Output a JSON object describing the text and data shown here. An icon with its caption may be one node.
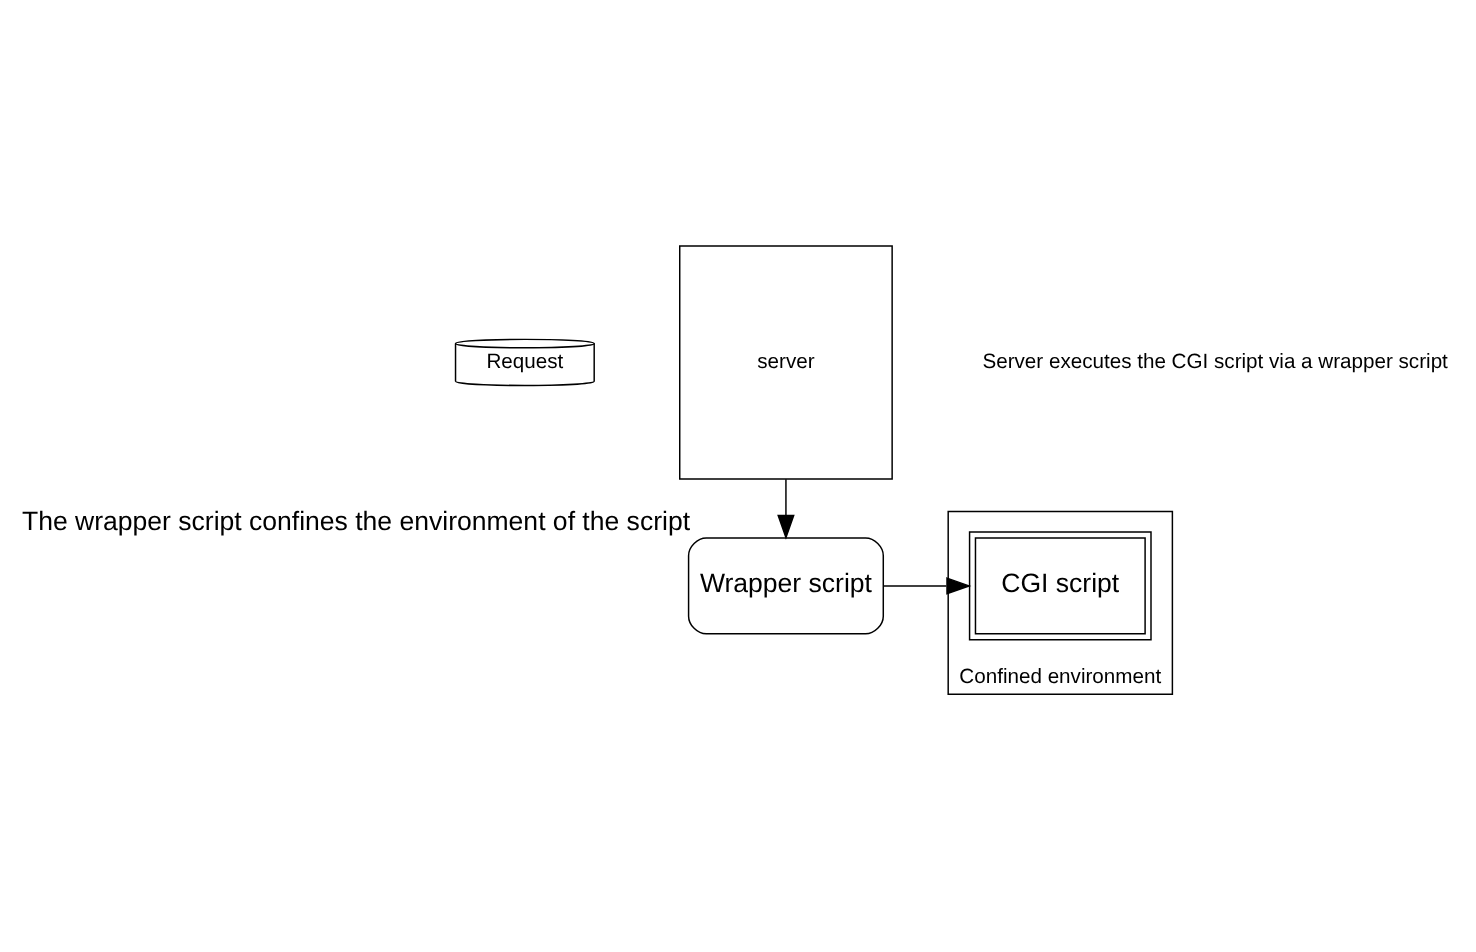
{
  "diagram": {
    "nodes": [
      {
        "text": [
          "Request"
        ]
      },
      {
        "text": [
          "server"
        ]
      },
      {
        "text": [
          "Wrapper script"
        ],
        "beside": [
          "The wrapper script confines the environment of the script"
        ]
      },
      {
        "text": [
          "Confined environment"
        ]
      },
      {
        "text": [
          "CGI script"
        ],
        "in": 3
      }
    ],
    "edges": [
      {
        "from": 1,
        "to": 2,
        "arrow": "to"
      },
      {
        "from": 2,
        "to": 4,
        "arrow": "to"
      }
    ],
    "labels": [
      "Server executes the CGI script via a wrapper script"
    ]
  }
}
